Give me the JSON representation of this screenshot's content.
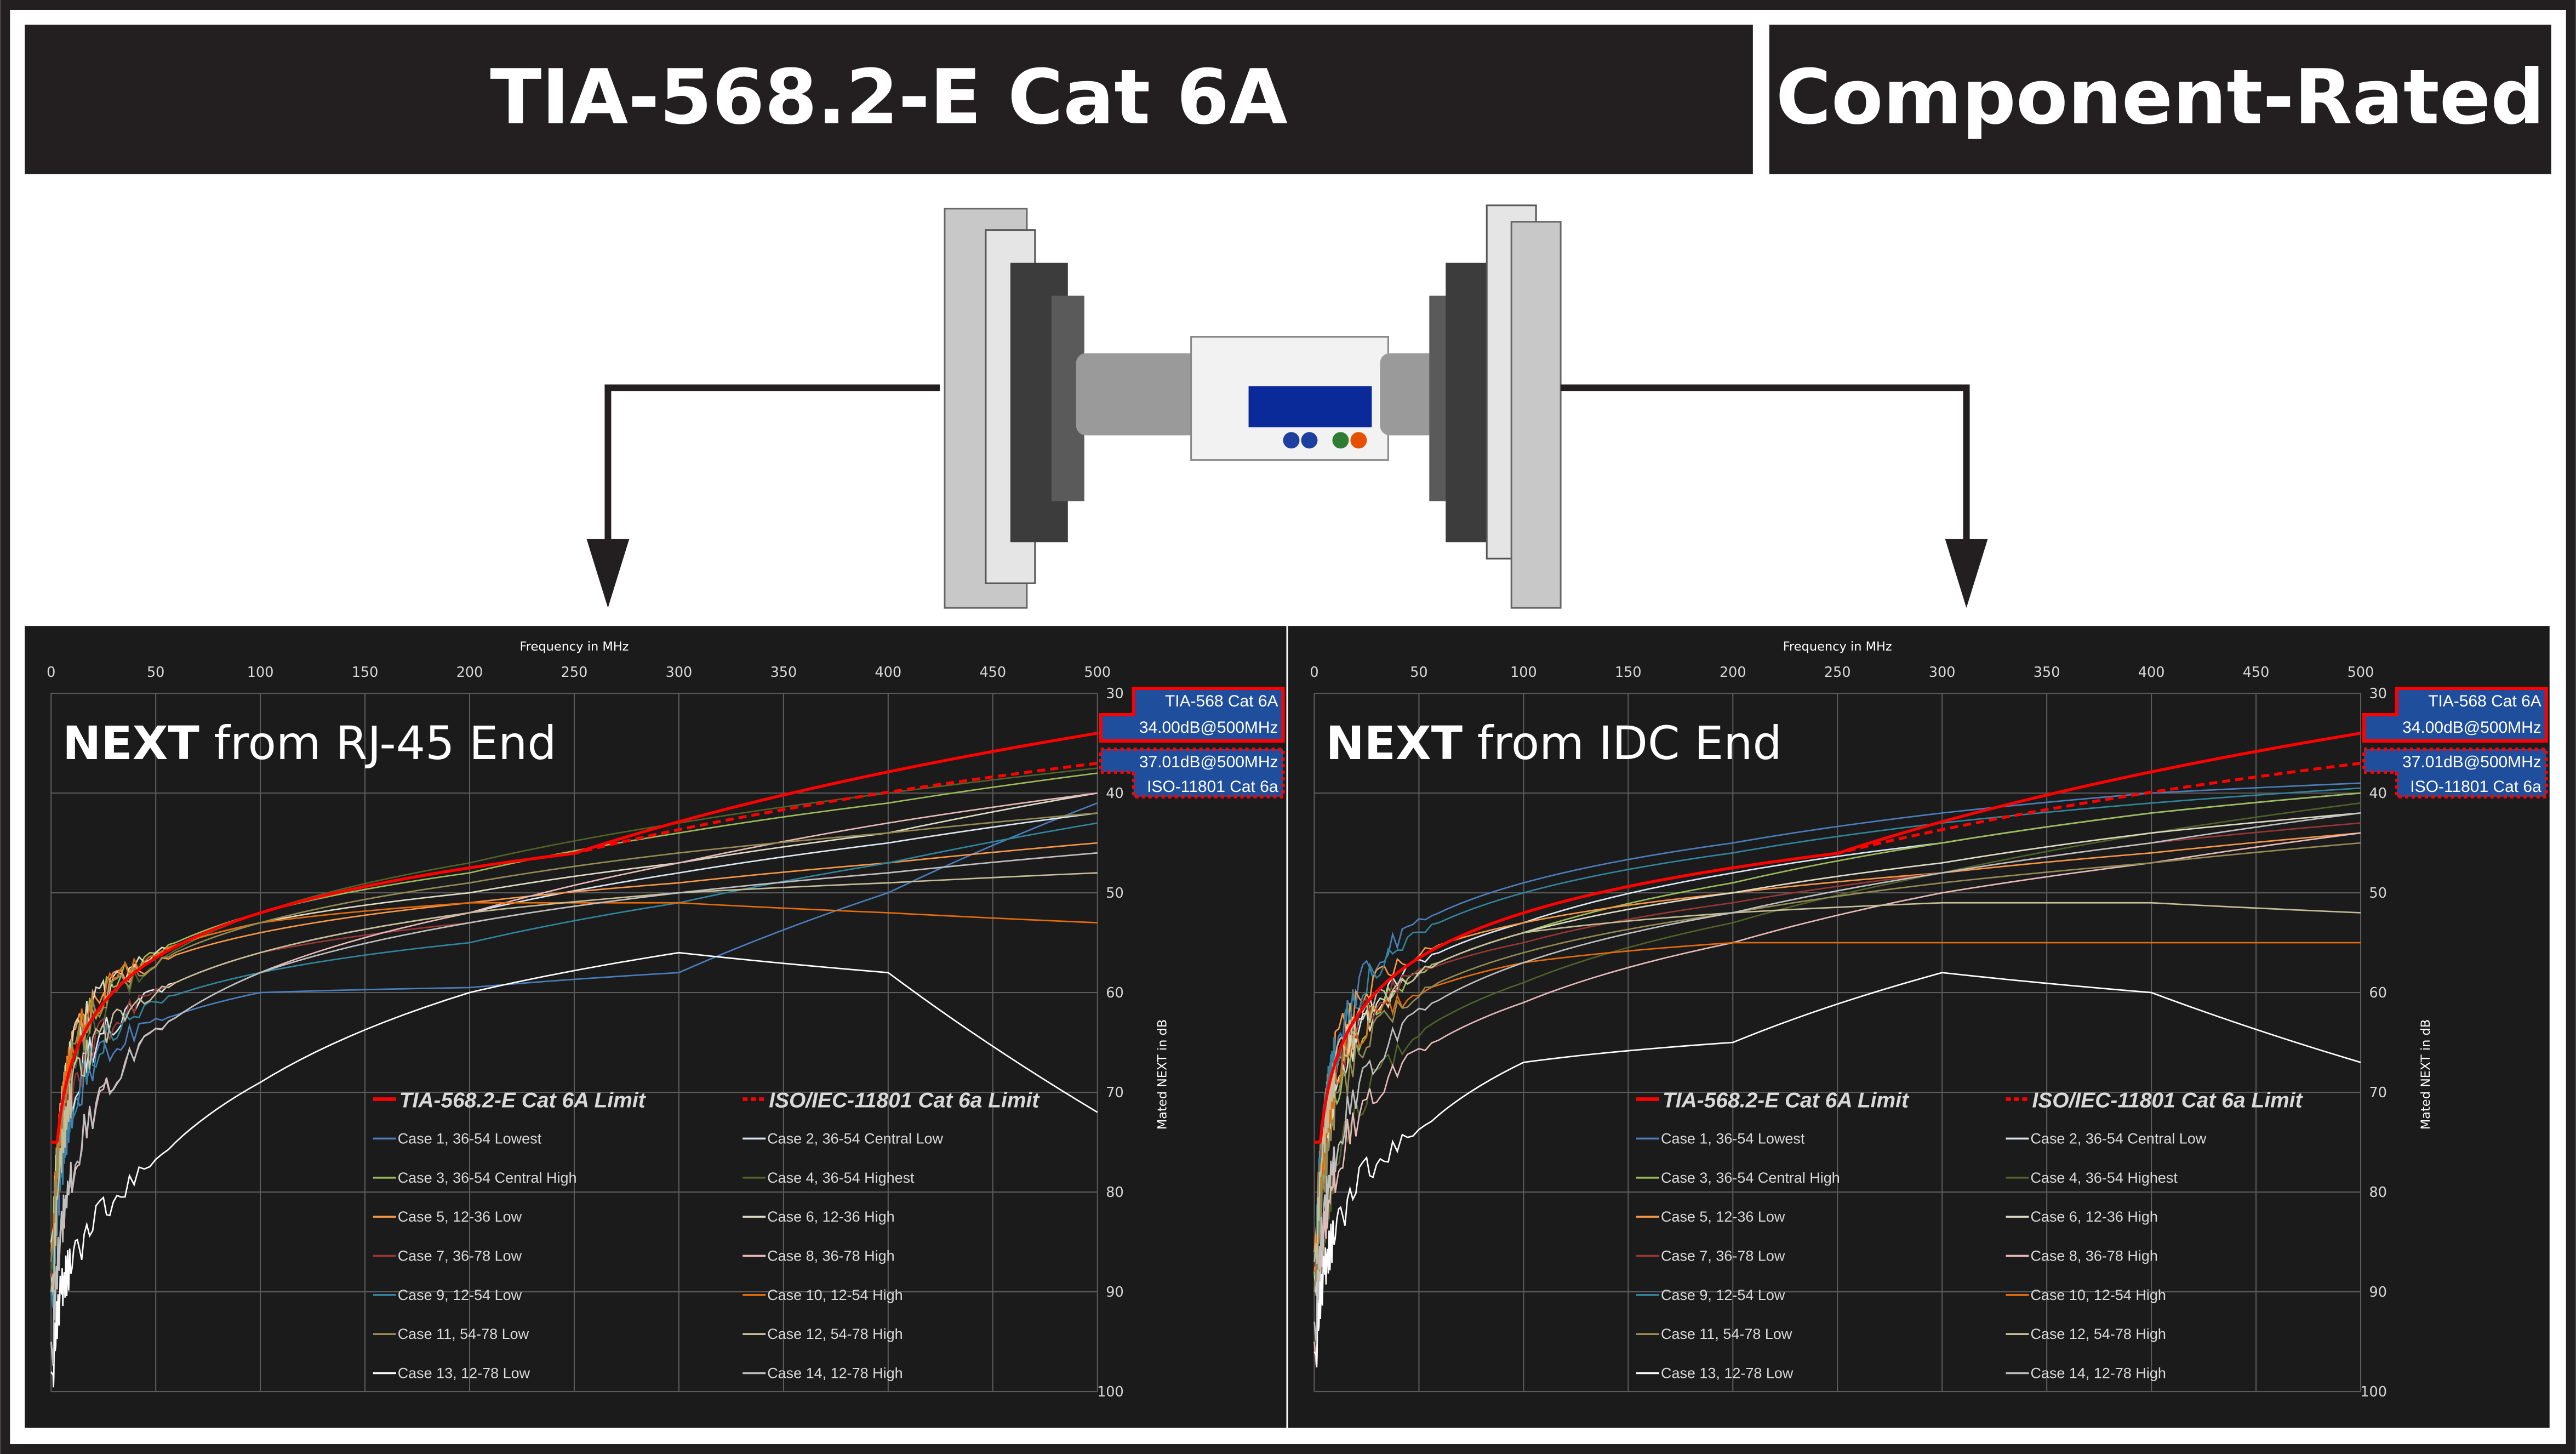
{
  "header": {
    "left_title": "TIA-568.2-E Cat 6A",
    "right_title": "Component-Rated"
  },
  "colors": {
    "limit": "#ff0000",
    "panel": "#1b1b1b",
    "callout": "#1f4e9c"
  },
  "chart_data": [
    {
      "type": "line",
      "title_bold": "NEXT",
      "title_rest": " from RJ-45 End",
      "xlabel": "Frequency in MHz",
      "ylabel": "Mated NEXT in dB",
      "xlim": [
        0,
        500
      ],
      "ylim": [
        30,
        100
      ],
      "y_inverted": true,
      "xticks": [
        0,
        50,
        100,
        150,
        200,
        250,
        300,
        350,
        400,
        450,
        500
      ],
      "yticks": [
        30,
        40,
        50,
        60,
        70,
        80,
        90,
        100
      ],
      "grid": true,
      "legend_position": "bottom-center",
      "callouts": {
        "tia_name": "TIA-568 Cat 6A",
        "tia_value": "34.00dB@500MHz",
        "iso_value": "37.01dB@500MHz",
        "iso_name": "ISO-11801 Cat 6a"
      },
      "limits": [
        {
          "name": "TIA-568.2-E Cat 6A Limit",
          "style": "solid",
          "value_at_500": 34.0,
          "knee_mhz": 250,
          "cap": 75
        },
        {
          "name": "ISO/IEC-11801 Cat 6a Limit",
          "style": "dashed",
          "value_at_500": 37.01,
          "knee_mhz": 250,
          "cap": 75
        }
      ],
      "x": [
        1,
        5,
        10,
        25,
        50,
        100,
        200,
        300,
        400,
        500
      ],
      "series": [
        {
          "name": "Case 1, 36-54 Lowest",
          "color": "#4a7ebb",
          "values": [
            90,
            78,
            72,
            66,
            63,
            60,
            59.5,
            58,
            50,
            41
          ]
        },
        {
          "name": "Case 2, 36-54 Central Low",
          "color": "#dce6f2",
          "values": [
            88,
            76,
            70,
            64,
            60,
            56,
            52,
            48,
            45,
            42
          ]
        },
        {
          "name": "Case 3, 36-54 Central High",
          "color": "#9bbb59",
          "values": [
            85,
            72,
            66,
            60,
            56,
            52,
            48,
            44,
            41,
            38
          ]
        },
        {
          "name": "Case 4, 36-54 Highest",
          "color": "#4f6228",
          "values": [
            88,
            74,
            68,
            62,
            57,
            52,
            47,
            43,
            40,
            37.5
          ]
        },
        {
          "name": "Case 5, 12-36 Low",
          "color": "#f79646",
          "values": [
            86,
            72,
            66,
            60,
            57,
            54,
            51,
            49,
            47,
            45
          ]
        },
        {
          "name": "Case 6, 12-36 High",
          "color": "#ddd9c3",
          "values": [
            85,
            72,
            66,
            60,
            56,
            53,
            50,
            47,
            44,
            40
          ]
        },
        {
          "name": "Case 7, 36-78 Low",
          "color": "#953735",
          "values": [
            88,
            76,
            70,
            64,
            60,
            56,
            53,
            50,
            48,
            46
          ]
        },
        {
          "name": "Case 8, 36-78 High",
          "color": "#e6b9b8",
          "values": [
            95,
            84,
            78,
            70,
            64,
            58,
            52,
            47,
            43,
            40
          ]
        },
        {
          "name": "Case 9, 12-54 Low",
          "color": "#31859c",
          "values": [
            90,
            77,
            71,
            65,
            61,
            58,
            55,
            51,
            47,
            43
          ]
        },
        {
          "name": "Case 10, 12-54 High",
          "color": "#e46c0a",
          "values": [
            86,
            72,
            66,
            60,
            56,
            53,
            51,
            51,
            52,
            53
          ]
        },
        {
          "name": "Case 11, 54-78 Low",
          "color": "#948a54",
          "values": [
            87,
            73,
            67,
            61,
            57,
            53,
            49,
            46,
            44,
            42
          ]
        },
        {
          "name": "Case 12, 54-78 High",
          "color": "#c4bd97",
          "values": [
            90,
            76,
            70,
            64,
            60,
            56,
            52,
            50,
            49,
            48
          ]
        },
        {
          "name": "Case 13, 12-78 Low",
          "color": "#ffffff",
          "values": [
            98,
            90,
            87,
            82,
            77,
            69,
            60,
            56,
            58,
            72
          ]
        },
        {
          "name": "Case 14, 12-78 High",
          "color": "#bfbfbf",
          "values": [
            95,
            84,
            78,
            70,
            64,
            58,
            53,
            50,
            48,
            46
          ]
        }
      ]
    },
    {
      "type": "line",
      "title_bold": "NEXT",
      "title_rest": " from IDC End",
      "xlabel": "Frequency in MHz",
      "ylabel": "Mated NEXT in dB",
      "xlim": [
        0,
        500
      ],
      "ylim": [
        30,
        100
      ],
      "y_inverted": true,
      "xticks": [
        0,
        50,
        100,
        150,
        200,
        250,
        300,
        350,
        400,
        450,
        500
      ],
      "yticks": [
        30,
        40,
        50,
        60,
        70,
        80,
        90,
        100
      ],
      "grid": true,
      "legend_position": "bottom-center",
      "callouts": {
        "tia_name": "TIA-568 Cat 6A",
        "tia_value": "34.00dB@500MHz",
        "iso_value": "37.01dB@500MHz",
        "iso_name": "ISO-11801 Cat 6a"
      },
      "limits": [
        {
          "name": "TIA-568.2-E Cat 6A Limit",
          "style": "solid",
          "value_at_500": 34.0,
          "knee_mhz": 250,
          "cap": 75
        },
        {
          "name": "ISO/IEC-11801 Cat 6a Limit",
          "style": "dashed",
          "value_at_500": 37.01,
          "knee_mhz": 250,
          "cap": 75
        }
      ],
      "x": [
        1,
        5,
        10,
        25,
        50,
        100,
        200,
        300,
        400,
        500
      ],
      "series": [
        {
          "name": "Case 1, 36-54 Lowest",
          "color": "#4a7ebb",
          "values": [
            86,
            72,
            66,
            58,
            53,
            49,
            45,
            42,
            40,
            39
          ]
        },
        {
          "name": "Case 2, 36-54 Central Low",
          "color": "#dce6f2",
          "values": [
            88,
            74,
            68,
            62,
            57,
            53,
            48,
            45,
            42,
            40
          ]
        },
        {
          "name": "Case 3, 36-54 Central High",
          "color": "#9bbb59",
          "values": [
            88,
            76,
            70,
            63,
            58,
            54,
            49,
            45,
            42,
            40
          ]
        },
        {
          "name": "Case 4, 36-54 Highest",
          "color": "#4f6228",
          "values": [
            95,
            84,
            78,
            70,
            64,
            59,
            53,
            48,
            44,
            41
          ]
        },
        {
          "name": "Case 5, 12-36 Low",
          "color": "#f79646",
          "values": [
            86,
            72,
            66,
            60,
            56,
            53,
            50,
            48,
            46,
            44
          ]
        },
        {
          "name": "Case 6, 12-36 High",
          "color": "#ddd9c3",
          "values": [
            88,
            76,
            70,
            63,
            58,
            54,
            50,
            47,
            44,
            42
          ]
        },
        {
          "name": "Case 7, 36-78 Low",
          "color": "#953735",
          "values": [
            87,
            74,
            68,
            62,
            58,
            55,
            51,
            48,
            45,
            43
          ]
        },
        {
          "name": "Case 8, 36-78 High",
          "color": "#e6b9b8",
          "values": [
            95,
            84,
            78,
            71,
            66,
            61,
            55,
            50,
            47,
            44
          ]
        },
        {
          "name": "Case 9, 12-54 Low",
          "color": "#31859c",
          "values": [
            86,
            72,
            66,
            59,
            54,
            50,
            46,
            43,
            41,
            39.5
          ]
        },
        {
          "name": "Case 10, 12-54 High",
          "color": "#e46c0a",
          "values": [
            88,
            75,
            69,
            63,
            60,
            57,
            55,
            55,
            55,
            55
          ]
        },
        {
          "name": "Case 11, 54-78 Low",
          "color": "#948a54",
          "values": [
            90,
            78,
            72,
            65,
            60,
            56,
            52,
            49,
            47,
            45
          ]
        },
        {
          "name": "Case 12, 54-78 High",
          "color": "#c4bd97",
          "values": [
            87,
            74,
            68,
            62,
            58,
            54,
            52,
            51,
            51,
            52
          ]
        },
        {
          "name": "Case 13, 12-78 Low",
          "color": "#ffffff",
          "values": [
            96,
            88,
            84,
            78,
            74,
            67,
            65,
            58,
            60,
            67
          ]
        },
        {
          "name": "Case 14, 12-78 High",
          "color": "#bfbfbf",
          "values": [
            93,
            82,
            76,
            68,
            62,
            57,
            52,
            48,
            45,
            42
          ]
        }
      ]
    }
  ]
}
